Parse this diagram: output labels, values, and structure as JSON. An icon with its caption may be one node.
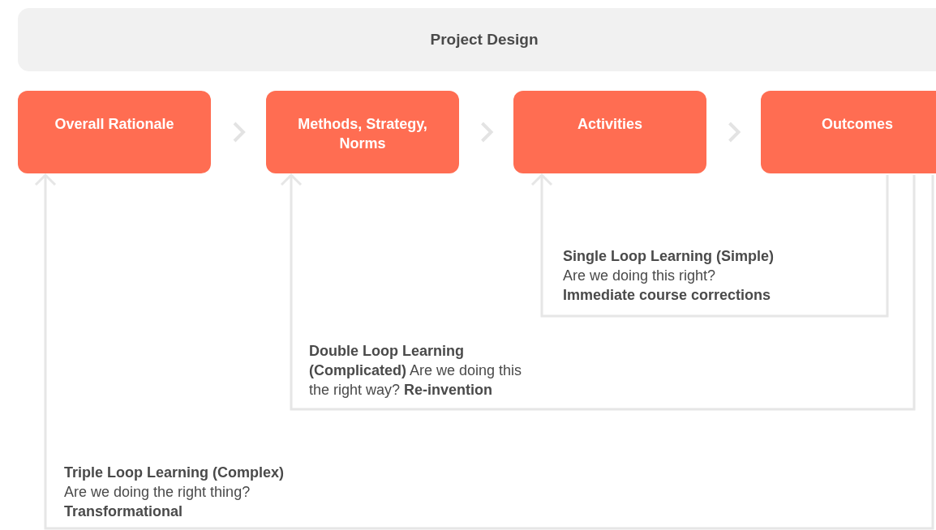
{
  "diagram": {
    "nodes": [
      {
        "text": [
          "Project Design"
        ]
      },
      {
        "text": [
          "Overall Rationale"
        ]
      },
      {
        "text": [
          "Methods, Strategy, Norms"
        ]
      },
      {
        "text": [
          "Activities"
        ]
      },
      {
        "text": [
          "Outcomes"
        ]
      }
    ],
    "edges": [
      {
        "from": 1,
        "to": 2,
        "arrow": "to"
      },
      {
        "from": 2,
        "to": 3,
        "arrow": "to"
      },
      {
        "from": 3,
        "to": 4,
        "arrow": "to"
      },
      {
        "from": 4,
        "to": 3,
        "arrow": "to",
        "label": "**Single Loop Learning (Simple)** Are we doing this right? **Immediate course corrections**"
      },
      {
        "from": 4,
        "to": 2,
        "arrow": "to",
        "label": "**Double Loop Learning (Complicated)** Are we doing this the right way? **Re-invention**"
      },
      {
        "from": 4,
        "to": 1,
        "arrow": "to",
        "label": "**Triple Loop Learning (Complex)** Are we doing the right thing? **Transformational**"
      }
    ]
  }
}
